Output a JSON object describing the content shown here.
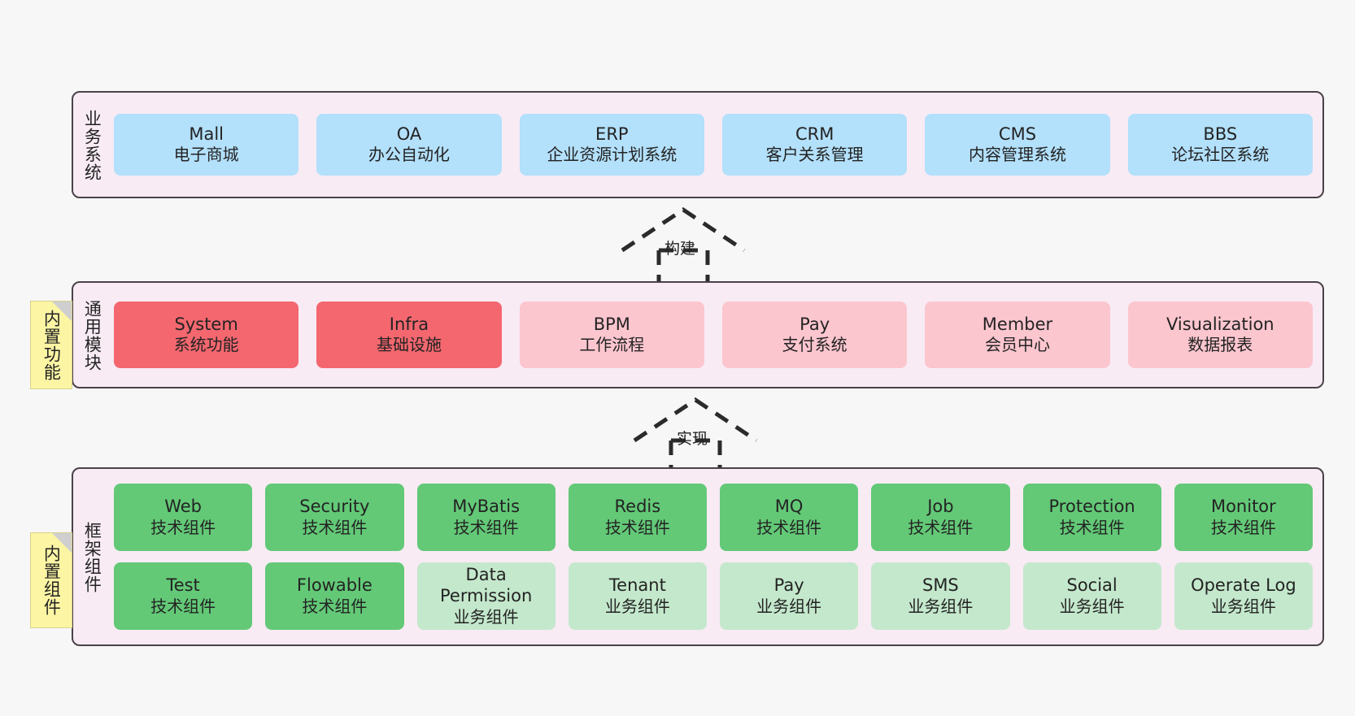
{
  "diagram": {
    "background_color": "#f7f7f7",
    "layer_fill": "#f8ebf4",
    "layer_border": "#4a4249"
  },
  "layers": [
    {
      "id": "business",
      "title": "业务系统",
      "color": "#b3e0fb",
      "rows": [
        [
          {
            "en": "Mall",
            "cn": "电子商城"
          },
          {
            "en": "OA",
            "cn": "办公自动化"
          },
          {
            "en": "ERP",
            "cn": "企业资源计划系统"
          },
          {
            "en": "CRM",
            "cn": "客户关系管理"
          },
          {
            "en": "CMS",
            "cn": "内容管理系统"
          },
          {
            "en": "BBS",
            "cn": "论坛社区系统"
          }
        ]
      ]
    },
    {
      "id": "modules",
      "title": "通用模块",
      "rows": [
        [
          {
            "en": "System",
            "cn": "系统功能",
            "color": "#f4676f"
          },
          {
            "en": "Infra",
            "cn": "基础设施",
            "color": "#f4676f"
          },
          {
            "en": "BPM",
            "cn": "工作流程",
            "color": "#fcc6cf"
          },
          {
            "en": "Pay",
            "cn": "支付系统",
            "color": "#fcc6cf"
          },
          {
            "en": "Member",
            "cn": "会员中心",
            "color": "#fcc6cf"
          },
          {
            "en": "Visualization",
            "cn": "数据报表",
            "color": "#fcc6cf"
          }
        ]
      ]
    },
    {
      "id": "framework",
      "title": "框架组件",
      "rows": [
        [
          {
            "en": "Web",
            "cn": "技术组件",
            "color": "#63c977"
          },
          {
            "en": "Security",
            "cn": "技术组件",
            "color": "#63c977"
          },
          {
            "en": "MyBatis",
            "cn": "技术组件",
            "color": "#63c977"
          },
          {
            "en": "Redis",
            "cn": "技术组件",
            "color": "#63c977"
          },
          {
            "en": "MQ",
            "cn": "技术组件",
            "color": "#63c977"
          },
          {
            "en": "Job",
            "cn": "技术组件",
            "color": "#63c977"
          },
          {
            "en": "Protection",
            "cn": "技术组件",
            "color": "#63c977"
          },
          {
            "en": "Monitor",
            "cn": "技术组件",
            "color": "#63c977"
          }
        ],
        [
          {
            "en": "Test",
            "cn": "技术组件",
            "color": "#63c977"
          },
          {
            "en": "Flowable",
            "cn": "技术组件",
            "color": "#63c977"
          },
          {
            "en": "Data Permission",
            "cn": "业务组件",
            "color": "#c4e8cc"
          },
          {
            "en": "Tenant",
            "cn": "业务组件",
            "color": "#c4e8cc"
          },
          {
            "en": "Pay",
            "cn": "业务组件",
            "color": "#c4e8cc"
          },
          {
            "en": "SMS",
            "cn": "业务组件",
            "color": "#c4e8cc"
          },
          {
            "en": "Social",
            "cn": "业务组件",
            "color": "#c4e8cc"
          },
          {
            "en": "Operate Log",
            "cn": "业务组件",
            "color": "#c4e8cc"
          }
        ]
      ]
    }
  ],
  "notes": [
    {
      "id": "functions",
      "text": "内置功能",
      "color": "#fbf5a4"
    },
    {
      "id": "components",
      "text": "内置组件",
      "color": "#fbf5a4"
    }
  ],
  "arrows": [
    {
      "id": "build",
      "label": "构建",
      "style": "dashed-generalization"
    },
    {
      "id": "impl",
      "label": "实现",
      "style": "dashed-generalization"
    }
  ]
}
